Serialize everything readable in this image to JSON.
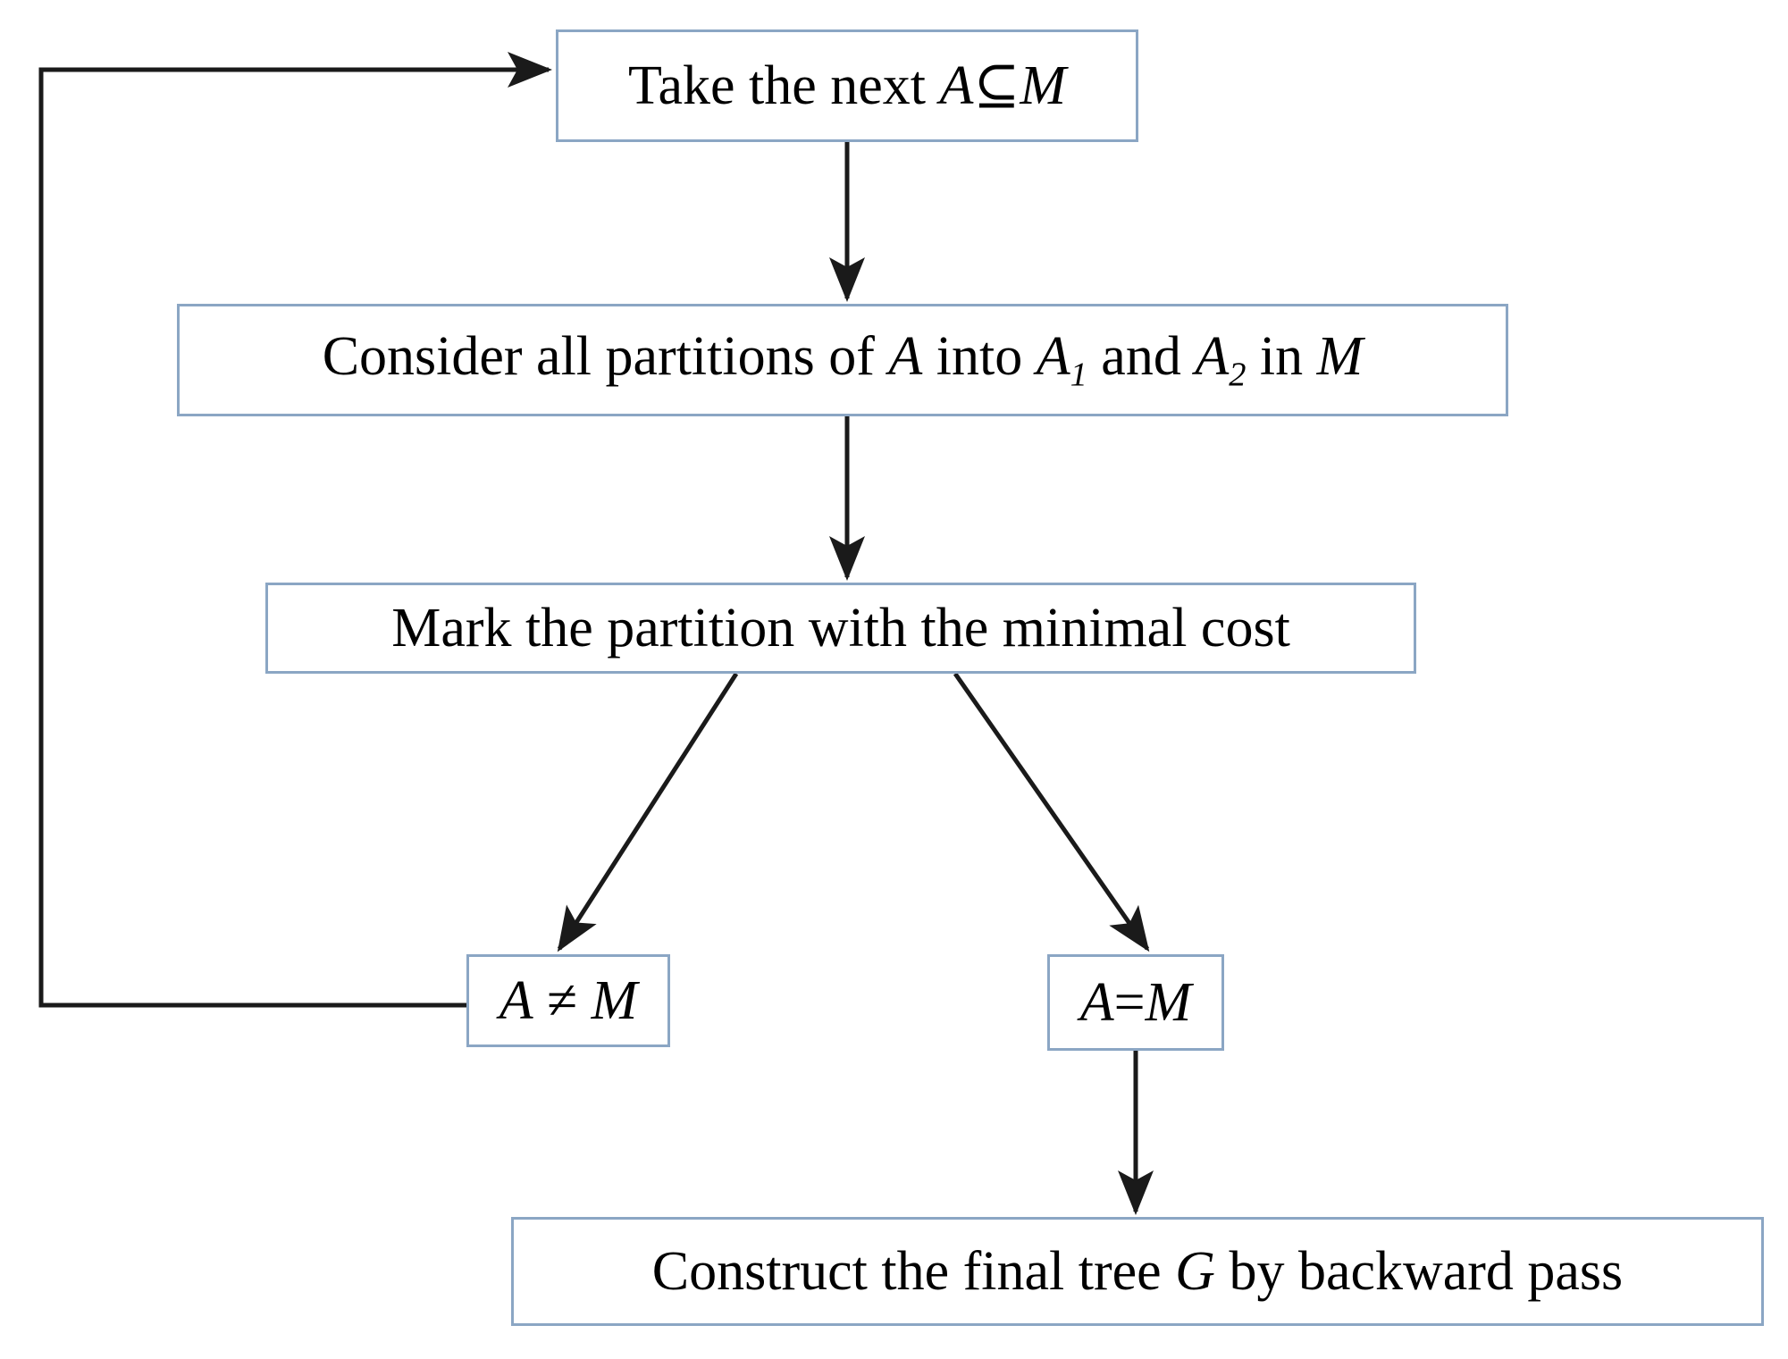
{
  "diagram": {
    "type": "flowchart",
    "title": "",
    "background_color": "#ffffff",
    "box_border_color": "#8ba6c4",
    "arrow_color": "#1a1a1a",
    "text_color": "#000000",
    "nodes": [
      {
        "id": "take",
        "label": "Take the next A⊆M",
        "parts": {
          "plain1": "Take the next ",
          "var_a": "A",
          "op": "⊆",
          "var_m": "M"
        }
      },
      {
        "id": "consider",
        "label": "Consider all partitions of A into A1 and A2 in M",
        "parts": {
          "plain1": "Consider all partitions of ",
          "var_a": "A",
          "plain2": " into ",
          "var_a1": "A",
          "sub1": "1",
          "plain3": " and ",
          "var_a2": "A",
          "sub2": "2",
          "plain4": " in ",
          "var_m": "M"
        }
      },
      {
        "id": "mark",
        "label": "Mark the partition with the minimal cost"
      },
      {
        "id": "a-not-equal-m",
        "label": "A ≠ M",
        "parts": {
          "var_a": "A",
          "op": " ≠ ",
          "var_m": "M"
        }
      },
      {
        "id": "a-equal-m",
        "label": "A=M",
        "parts": {
          "var_a": "A",
          "op": "=",
          "var_m": "M"
        }
      },
      {
        "id": "construct",
        "label": "Construct the final tree G by backward pass",
        "parts": {
          "plain1": "Construct the final tree ",
          "var_g": "G",
          "plain2": " by backward pass"
        }
      }
    ],
    "edges": [
      {
        "from": "take",
        "to": "consider",
        "style": "straight-down",
        "label": ""
      },
      {
        "from": "consider",
        "to": "mark",
        "style": "straight-down",
        "label": ""
      },
      {
        "from": "mark",
        "to": "a-not-equal-m",
        "style": "diagonal-left",
        "label": ""
      },
      {
        "from": "mark",
        "to": "a-equal-m",
        "style": "diagonal-right",
        "label": ""
      },
      {
        "from": "a-not-equal-m",
        "to": "take",
        "style": "feedback-loop-left",
        "label": ""
      },
      {
        "from": "a-equal-m",
        "to": "construct",
        "style": "straight-down",
        "label": ""
      }
    ]
  }
}
